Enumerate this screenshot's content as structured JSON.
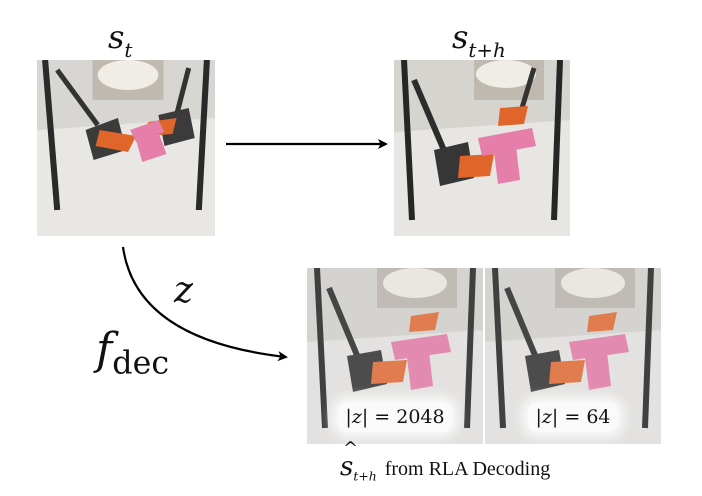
{
  "labels": {
    "s_t": {
      "base": "s",
      "sub": "t"
    },
    "s_th": {
      "base": "s",
      "sub": "t+h"
    },
    "z": "z",
    "f_dec": {
      "base": "f",
      "sub": "dec"
    }
  },
  "decoded_panels": [
    {
      "z_prefix": "|",
      "z_var": "z",
      "z_suffix": "| = 2048"
    },
    {
      "z_prefix": "|",
      "z_var": "z",
      "z_suffix": "| = 64"
    }
  ],
  "caption": {
    "hat_symbol": "^",
    "base": "s",
    "sub": "t+h",
    "text": "from RLA Decoding"
  }
}
